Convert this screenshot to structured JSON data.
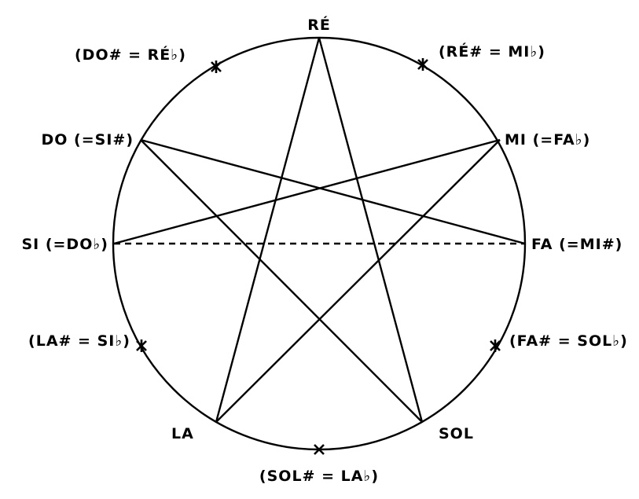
{
  "diagram": {
    "notes": {
      "re": "RÉ",
      "mi": "MI (=FA♭)",
      "fa": "FA (=MI#)",
      "sol": "SOL",
      "la": "LA",
      "si": "SI (=DO♭)",
      "do": "DO (=SI#)"
    },
    "enharmonics": {
      "do_sharp": "(DO# = RÉ♭)",
      "re_sharp": "(RÉ# = MI♭)",
      "fa_sharp": "(FA# = SOL♭)",
      "sol_sharp": "(SOL# = LA♭)",
      "la_sharp": "(LA# = SI♭)"
    },
    "line_color": "#000000"
  }
}
